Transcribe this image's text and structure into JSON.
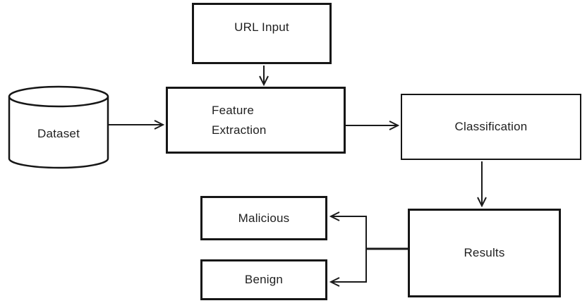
{
  "diagram_type": "flowchart",
  "nodes": {
    "url_input": {
      "label": "URL Input",
      "shape": "rectangle"
    },
    "dataset": {
      "label": "Dataset",
      "shape": "cylinder"
    },
    "feature_extraction": {
      "label": "Feature\nExtraction",
      "shape": "rectangle"
    },
    "classification": {
      "label": "Classification",
      "shape": "rectangle"
    },
    "results": {
      "label": "Results",
      "shape": "rectangle"
    },
    "malicious": {
      "label": "Malicious",
      "shape": "rectangle"
    },
    "benign": {
      "label": "Benign",
      "shape": "rectangle"
    }
  },
  "edges": [
    {
      "from": "url_input",
      "to": "feature_extraction"
    },
    {
      "from": "dataset",
      "to": "feature_extraction"
    },
    {
      "from": "feature_extraction",
      "to": "classification"
    },
    {
      "from": "classification",
      "to": "results"
    },
    {
      "from": "results",
      "to": "malicious"
    },
    {
      "from": "results",
      "to": "benign"
    }
  ],
  "colors": {
    "stroke": "#1a1a1a",
    "background": "#ffffff",
    "text": "#1f1f1f"
  }
}
